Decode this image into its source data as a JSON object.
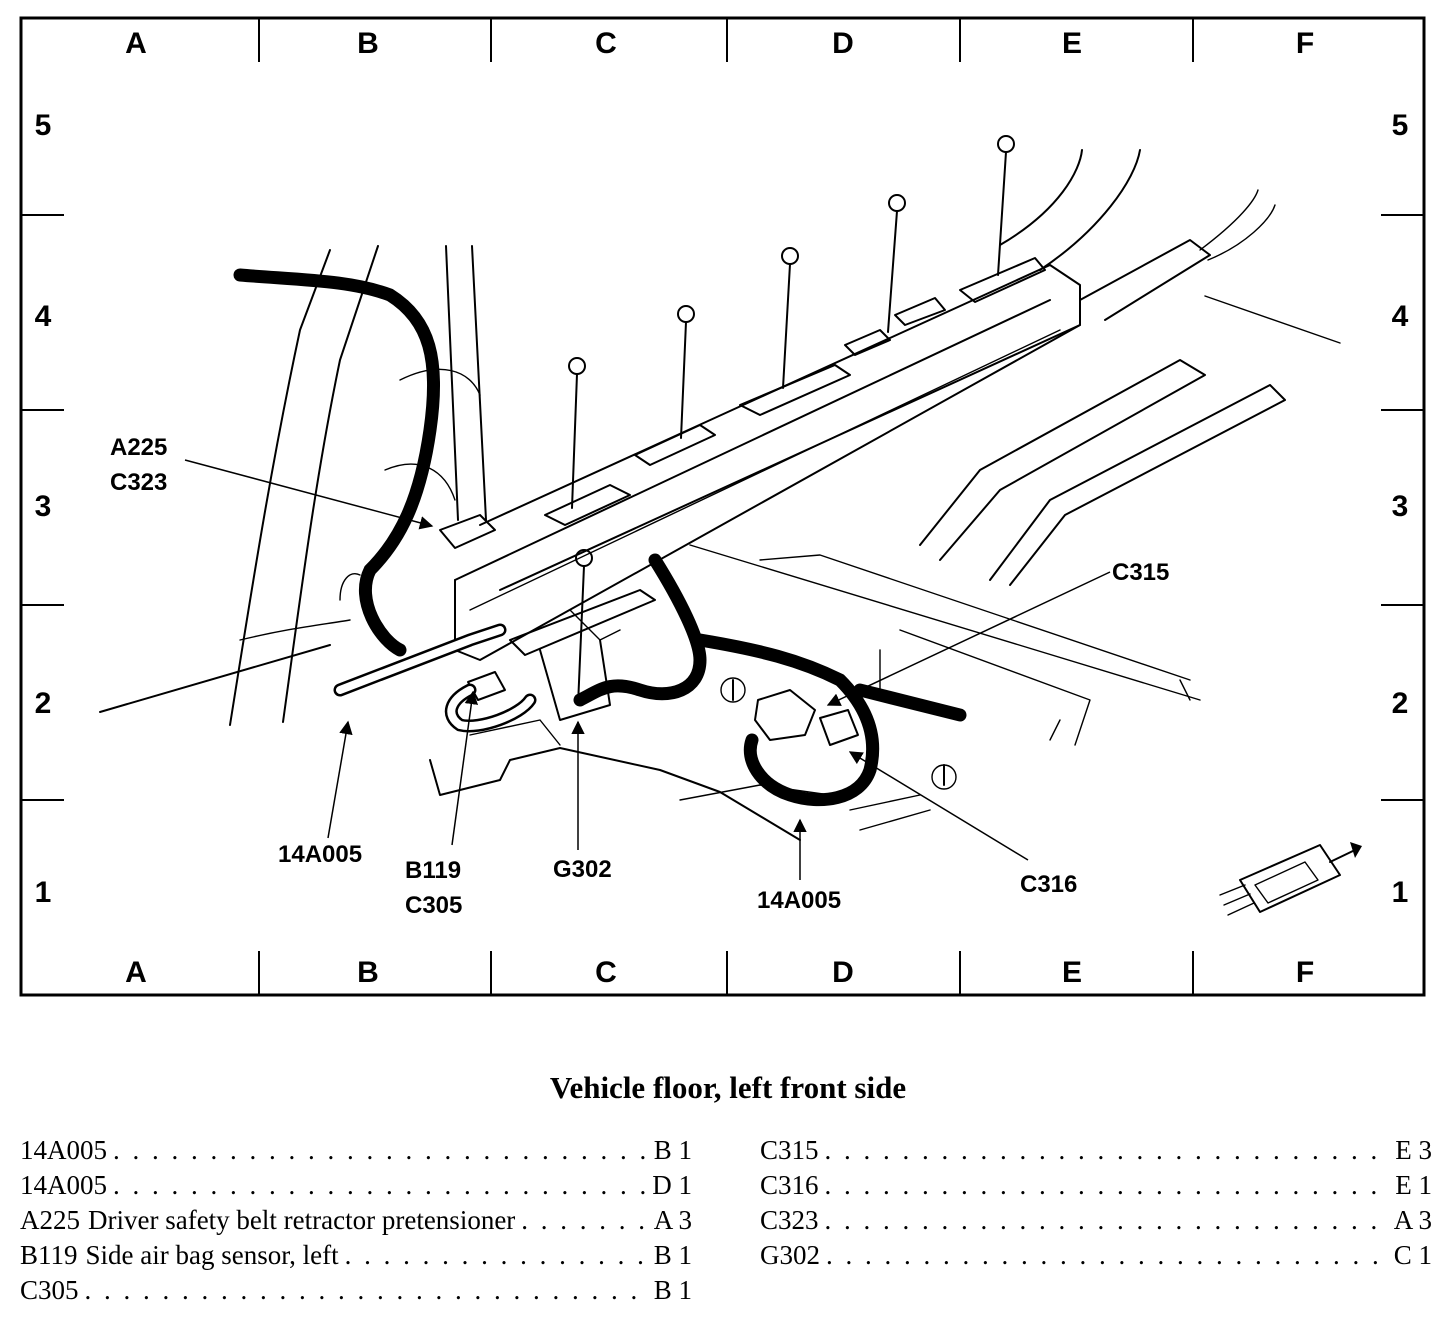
{
  "grid": {
    "columns": [
      "A",
      "B",
      "C",
      "D",
      "E",
      "F"
    ],
    "rows": [
      "5",
      "4",
      "3",
      "2",
      "1"
    ]
  },
  "callouts": {
    "a225": "A225",
    "c323": "C323",
    "c315": "C315",
    "harness_b": "14A005",
    "b119": "B119",
    "c305": "C305",
    "g302": "G302",
    "harness_d": "14A005",
    "c316": "C316"
  },
  "caption": "Vehicle floor, left front side",
  "legend": {
    "left": [
      {
        "code": "14A005",
        "desc": "",
        "loc": "B 1"
      },
      {
        "code": "14A005",
        "desc": "",
        "loc": "D 1"
      },
      {
        "code": "A225",
        "desc": "Driver safety belt retractor pretensioner",
        "loc": "A 3"
      },
      {
        "code": "B119",
        "desc": "Side air bag sensor, left",
        "loc": "B 1"
      },
      {
        "code": "C305",
        "desc": "",
        "loc": "B 1"
      }
    ],
    "right": [
      {
        "code": "C315",
        "desc": "",
        "loc": "E 3"
      },
      {
        "code": "C316",
        "desc": "",
        "loc": "E 1"
      },
      {
        "code": "C323",
        "desc": "",
        "loc": "A 3"
      },
      {
        "code": "G302",
        "desc": "",
        "loc": "C 1"
      }
    ]
  }
}
